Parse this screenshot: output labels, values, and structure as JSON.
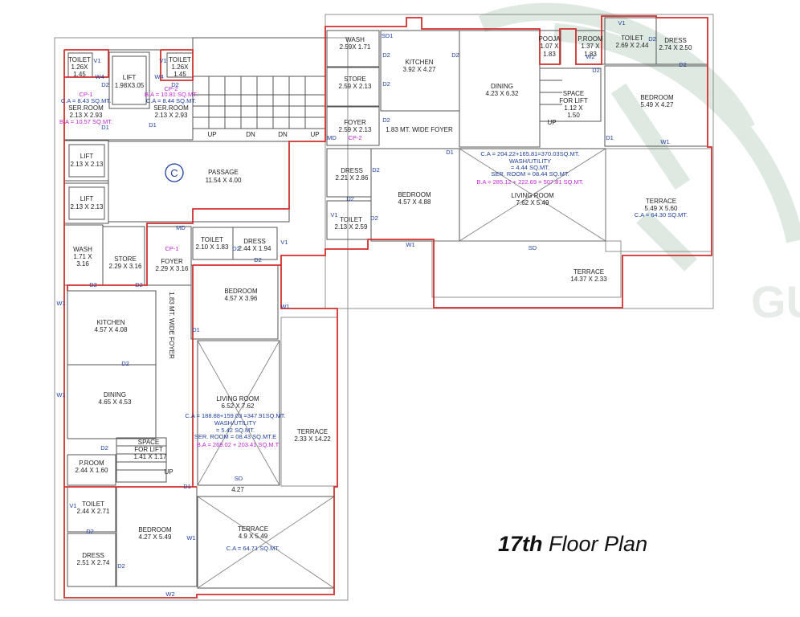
{
  "title": {
    "bold": "17th",
    "rest": " Floor Plan"
  },
  "colors": {
    "outline": "#d32f2f",
    "labels": "#1f3f9e",
    "area_text": "#c026d3",
    "walls": "#555555",
    "watermark": "#dde9e1"
  },
  "watermark": {
    "text": "GU"
  },
  "core": {
    "passage": [
      "PASSAGE",
      "11.54 X 4.00"
    ],
    "c_symbol": "C",
    "lifts": [
      [
        "LIFT",
        "1.98X3.05"
      ],
      [
        "LIFT",
        "2.13 X 2.13"
      ],
      [
        "LIFT",
        "2.13 X 2.13"
      ]
    ],
    "toilet_left": [
      "TOILET",
      "1.26X",
      "1.45"
    ],
    "toilet_right": [
      "TOILET",
      "1.26X",
      "1.45"
    ],
    "cp1": {
      "label": "CP-1",
      "ca": "C.A = 8.43 SQ.MT.",
      "ser": "SER.ROOM",
      "dim": "2.13 X 2.93",
      "ba": "B.A = 10.57 SQ.MT."
    },
    "cp2": {
      "label": "CP-2",
      "ba": "B.A = 10.81 SQ.MT.",
      "ca": "C.A = 8.44 SQ.MT.",
      "ser": "SER.ROOM",
      "dim": "2.13 X 2.93"
    },
    "stairs": [
      "UP",
      "DN",
      "DN",
      "UP"
    ]
  },
  "flat_right": {
    "wash": [
      "WASH",
      "2.59X 1.71"
    ],
    "store": [
      "STORE",
      "2.59 X 2.13"
    ],
    "foyer": [
      "FOYER",
      "2.59 X 2.13",
      "CP-2"
    ],
    "kitchen": [
      "KITCHEN",
      "3.92 X 4.27"
    ],
    "wide_foyer": "1.83 MT. WIDE FOYER",
    "dining": [
      "DINING",
      "4.23 X 6.32"
    ],
    "pooja": [
      "POOJA",
      "1.07 X",
      "1.83"
    ],
    "proom": [
      "P.ROOM",
      "1.37 X",
      "1.83"
    ],
    "space_lift": [
      "SPACE",
      "FOR LIFT",
      "1.12 X",
      "1.50"
    ],
    "toilet": [
      "TOILET",
      "2.69 X 2.44"
    ],
    "dress": [
      "DRESS",
      "2.74 X 2.50"
    ],
    "bedroom_top": [
      "BEDROOM",
      "5.49 X 4.27"
    ],
    "dress2": [
      "DRESS",
      "2.21 X 2.86"
    ],
    "bedroom2": [
      "BEDROOM",
      "4.57 X 4.88"
    ],
    "toilet2": [
      "TOILET",
      "2.13 X 2.59"
    ],
    "area": [
      "C.A = 204.22+165.81=370.03SQ.MT.",
      "WASH/UTILITY",
      "= 4.44 SQ.MT.",
      "SER. ROOM = 08.44 SQ.MT.",
      "B.A = 285.12 + 222.69 = 507.81 SQ.MT."
    ],
    "living": [
      "LIVING ROOM",
      "7.62 X 5.49"
    ],
    "terrace_right": [
      "TERRACE",
      "5.49 X 5.60",
      "C.A = 64.30 SQ.MT."
    ],
    "terrace_bottom": [
      "TERRACE",
      "14.37 X 2.33"
    ],
    "up": "UP"
  },
  "flat_left": {
    "wash": [
      "WASH",
      "1.71 X",
      "3.16"
    ],
    "store": [
      "STORE",
      "2.29 X 3.16"
    ],
    "foyer": [
      "CP-1",
      "FOYER",
      "2.29 X 3.16"
    ],
    "toilet": [
      "TOILET",
      "2.10 X 1.83"
    ],
    "dress": [
      "DRESS",
      "2.44 X 1.94"
    ],
    "bedroom": [
      "BEDROOM",
      "4.57 X 3.96"
    ],
    "kitchen": [
      "KITCHEN",
      "4.57 X 4.08"
    ],
    "wide_foyer": "1.83 MT. WIDE FOYER",
    "dining": [
      "DINING",
      "4.65 X 4.53"
    ],
    "living": [
      "LIVING ROOM",
      "6.52 X 7.62"
    ],
    "area": [
      "C.A = 188.88+159.03 =347.91SQ.MT.",
      "WASH/UTILITY",
      "= 5.42 SQ.MT.",
      "SER. ROOM = 08.43 SQ.MT.E",
      "B.A = 269.02  + 203.41 SQ.M.T"
    ],
    "space_lift": [
      "SPACE",
      "FOR LIFT",
      "1.41 X 1.17"
    ],
    "up": "UP",
    "proom": [
      "P.ROOM",
      "2.44 X 1.60"
    ],
    "toilet2": [
      "TOILET",
      "2.44 X 2.71"
    ],
    "bedroom2": [
      "BEDROOM",
      "4.27 X 5.49"
    ],
    "dress2": [
      "DRESS",
      "2.51 X 2.74"
    ],
    "terrace_side": [
      "TERRACE",
      "2.33 X 14.22"
    ],
    "terrace_bottom": [
      "TERRACE",
      "4.9 X 5.49",
      "C.A = 64.71 SQ.MT."
    ],
    "dim_427": "4.27"
  },
  "tags": [
    "V1",
    "W4",
    "W4",
    "V1",
    "D2",
    "D1",
    "D1",
    "D2",
    "SD1",
    "D2",
    "D2",
    "D2",
    "D2",
    "MD",
    "D1",
    "W2",
    "V1",
    "D2",
    "D2",
    "D2",
    "D2",
    "D1",
    "W1",
    "D2",
    "D2",
    "V1",
    "W1",
    "SD",
    "W1",
    "D2",
    "MD",
    "D2",
    "V1",
    "D2",
    "D2",
    "D1",
    "W1",
    "D2",
    "W1",
    "D2",
    "SD",
    "D1",
    "V1",
    "D2",
    "W1",
    "D2",
    "W2"
  ]
}
